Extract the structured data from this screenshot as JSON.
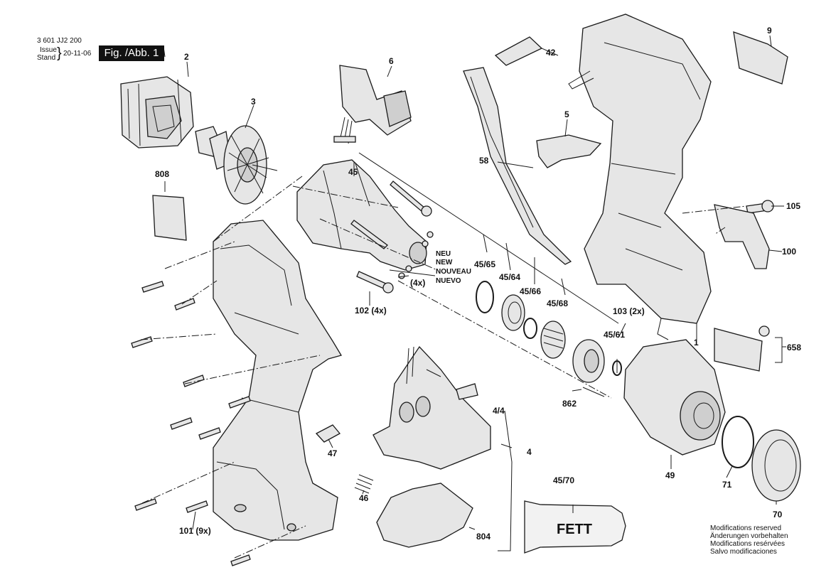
{
  "header": {
    "doc_number": "3 601 JJ2 200",
    "issue_label": "Issue",
    "stand_label": "Stand",
    "date": "20-11-06",
    "figure_label": "Fig. /Abb. 1"
  },
  "part_labels": {
    "p2": "2",
    "p3": "3",
    "p6": "6",
    "p42": "42",
    "p9": "9",
    "p5": "5",
    "p808": "808",
    "p45": "45",
    "p58": "58",
    "p105": "105",
    "p100": "100",
    "p45_65": "45/65",
    "p45_64": "45/64",
    "p45_66": "45/66",
    "p45_68": "45/68",
    "p102": "102 (4x)",
    "p103": "103 (2x)",
    "p1": "1",
    "p658": "658",
    "p45_61": "45/61",
    "p862": "862",
    "p4_4": "4/4",
    "p4": "4",
    "p47": "47",
    "p46": "46",
    "p49": "49",
    "p71": "71",
    "p70": "70",
    "p804": "804",
    "p45_70": "45/70",
    "p101": "101 (9x)",
    "p4x": "(4x)"
  },
  "new_note": [
    "NEU",
    "NEW",
    "NOUVEAU",
    "NUEVO"
  ],
  "grease_label": "FETT",
  "modifications": [
    "Modifications reserved",
    "Änderungen vorbehalten",
    "Modifications resérvées",
    "Salvo modificaciones"
  ]
}
